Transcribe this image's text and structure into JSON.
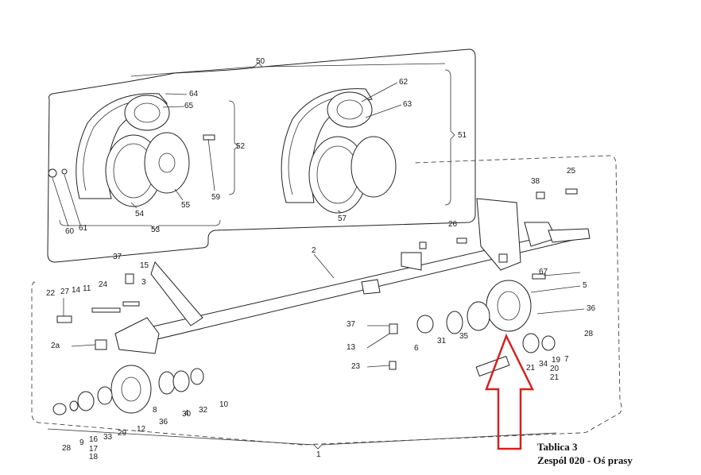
{
  "caption": {
    "line1": "Tablica 3",
    "line2": "Zespól 020 - Oś prasy"
  },
  "labels": [
    "50",
    "64",
    "65",
    "62",
    "63",
    "52",
    "51",
    "60",
    "61",
    "54",
    "55",
    "59",
    "53",
    "57",
    "38",
    "25",
    "26",
    "2",
    "37",
    "15",
    "3",
    "67",
    "5",
    "22",
    "27",
    "14",
    "11",
    "24",
    "36",
    "2a",
    "37",
    "6",
    "31",
    "35",
    "28",
    "13",
    "21",
    "34",
    "19",
    "7",
    "20",
    "21",
    "23",
    "8",
    "4",
    "30",
    "32",
    "10",
    "28",
    "9",
    "16",
    "17",
    "18",
    "33",
    "29",
    "12",
    "36",
    "1"
  ],
  "colors": {
    "arrow": "#d62020",
    "ink": "#222222"
  }
}
